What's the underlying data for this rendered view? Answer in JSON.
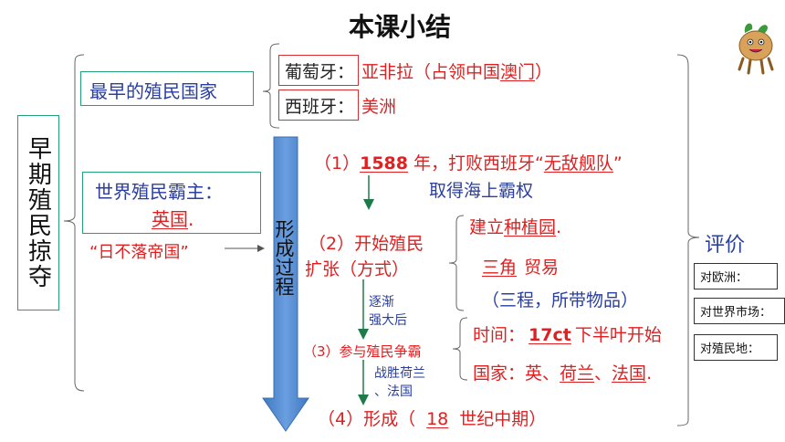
{
  "title": "本课小结",
  "main_label": "早期殖民掠夺",
  "earliest": {
    "label": "最早的殖民国家",
    "portugal": "葡萄牙：",
    "portugal_detail_1": "亚非拉（占领",
    "portugal_detail_2": "中国",
    "portugal_detail_3": "澳门",
    "portugal_detail_4": "）",
    "spain": "西班牙：",
    "spain_detail": "美洲"
  },
  "hegemon": {
    "label": "世界殖民霸主：",
    "answer": "英国",
    "dot": "."
  },
  "empire": "“日不落帝国”",
  "process_label": "形成过程",
  "step1": {
    "prefix": "（1）",
    "year": "1588",
    "text_1": " 年，打败西班牙“",
    "text_2": "无敌舰队",
    "text_3": "”",
    "result": "取得海上霸权"
  },
  "step2": {
    "line1": "（2）开始殖民",
    "line2": "扩张（方式）",
    "way1_prefix": "建立",
    "way1_answer": "种植园",
    "way1_suffix": ".",
    "way2_answer": "三角",
    "way2_suffix": "贸易",
    "way2_note": "（三程，所带物品）"
  },
  "gradual": {
    "line1": "逐渐",
    "line2": "强大后"
  },
  "step3": {
    "label": "（3）参与殖民争霸",
    "time_label": "时间：",
    "time_answer": "17ct",
    "time_suffix": "下半叶开始",
    "country_label": "国家：英、",
    "country_1": "荷兰",
    "sep": "、",
    "country_2": "法国",
    "dot": "."
  },
  "defeat": {
    "line1": "战胜荷兰",
    "line2": "、法国"
  },
  "step4": {
    "prefix": "（4）形成（",
    "answer": "18",
    "suffix": "世纪中期）"
  },
  "evaluation": {
    "label": "评价",
    "items": [
      "对欧洲：",
      "对世界市场：",
      "对殖民地："
    ]
  },
  "colors": {
    "red": "#e02020",
    "blue": "#2a3f9e",
    "teal": "#23a07a",
    "arrow": "#5b8fd0"
  }
}
